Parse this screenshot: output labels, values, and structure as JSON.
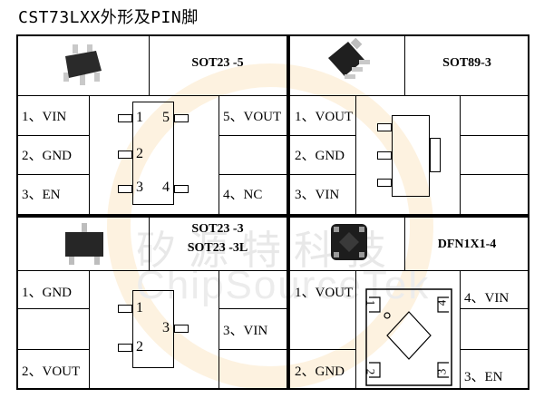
{
  "title": "CST73LXX外形及PIN脚",
  "watermark": {
    "cn": "矽源特科技",
    "en": "ChipSourceTek"
  },
  "sot23_5": {
    "name": "SOT23 -5",
    "left_pins": [
      "1、VIN",
      "2、GND",
      "3、EN"
    ],
    "right_pins": [
      "5、VOUT",
      "",
      "4、NC"
    ],
    "ic_nums": [
      "1",
      "2",
      "3",
      "4",
      "5"
    ]
  },
  "sot89_3": {
    "name": "SOT89-3",
    "pins": [
      "1、VOUT",
      "2、GND",
      "3、VIN"
    ]
  },
  "sot23_3": {
    "name_line1": "SOT23 -3",
    "name_line2": "SOT23 -3L",
    "left_pins": [
      "1、GND",
      "",
      "2、VOUT"
    ],
    "right_pins": [
      "",
      "3、VIN",
      ""
    ],
    "ic_nums": [
      "1",
      "2",
      "3"
    ]
  },
  "dfn": {
    "name": "DFN1X1-4",
    "left_pins": [
      "1、VOUT",
      "2、GND"
    ],
    "right_pins": [
      "4、VIN",
      "3、EN"
    ],
    "ic_nums": [
      "1",
      "2",
      "3",
      "4"
    ]
  }
}
